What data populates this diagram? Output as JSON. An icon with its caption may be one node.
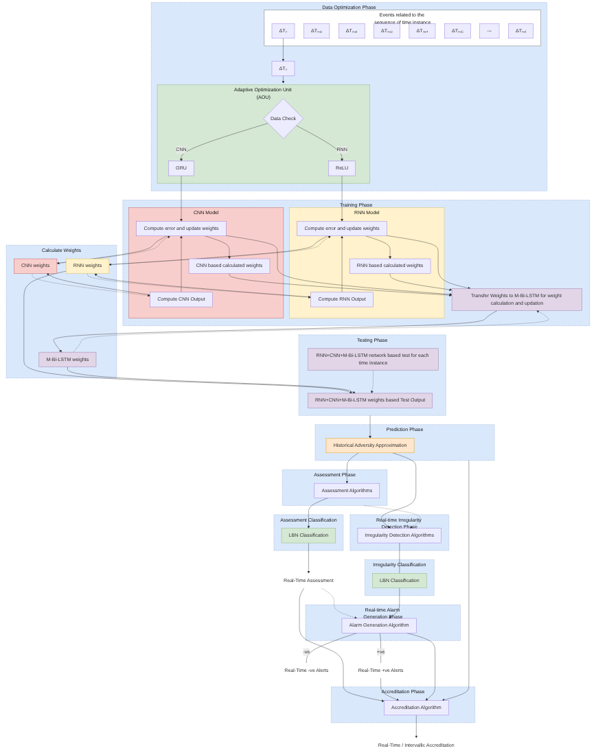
{
  "diagram": {
    "nodes": [
      {
        "text": [
          "Data Optimization Phase"
        ]
      },
      {
        "text": [
          "Events related to the sequence of time instance"
        ],
        "in": 0
      },
      {
        "text": [
          "ΔTₙ"
        ],
        "in": 1
      },
      {
        "text": [
          "ΔTₙ₊₁"
        ],
        "in": 1
      },
      {
        "text": [
          "ΔTₙ₊₂"
        ],
        "in": 1
      },
      {
        "text": [
          "ΔTₙ₊₃"
        ],
        "in": 1
      },
      {
        "text": [
          "ΔTₙ₊₄"
        ],
        "in": 1
      },
      {
        "text": [
          "ΔTₙ₊₅"
        ],
        "in": 1
      },
      {
        "text": [
          "---"
        ],
        "in": 1
      },
      {
        "text": [
          "ΔTₙ₊ᵢ"
        ],
        "in": 1
      },
      {
        "text": [
          "ΔTₙ"
        ],
        "in": 0
      },
      {
        "text": [
          "Adaptive Optimization Unit (AOU)"
        ],
        "in": 0
      },
      {
        "text": [
          "Data Check"
        ],
        "in": 11
      },
      {
        "text": [
          "ReLU"
        ],
        "in": 11
      },
      {
        "text": [
          "GRU"
        ],
        "in": 11
      },
      {
        "text": [
          "Training Phase"
        ]
      },
      {
        "text": [
          "RNN Model"
        ],
        "in": 15
      },
      {
        "text": [
          "Compute RNN Output"
        ],
        "in": 16
      },
      {
        "text": [
          "Compute error and update weights"
        ],
        "in": 16
      },
      {
        "text": [
          "RNN based calculated weights"
        ],
        "in": 16
      },
      {
        "text": [
          "CNN Model"
        ],
        "in": 15
      },
      {
        "text": [
          "Compute CNN Output"
        ],
        "in": 20
      },
      {
        "text": [
          "Compute error and update weights"
        ],
        "in": 20
      },
      {
        "text": [
          "CNN based calculated weights"
        ],
        "in": 20
      },
      {
        "text": [
          "Transfer Weights to M-Bi-LSTM for weight calculation and updation"
        ],
        "in": 15
      },
      {
        "text": [
          "Calculate Weights"
        ]
      },
      {
        "text": [
          "RNN weights"
        ],
        "in": 25
      },
      {
        "text": [
          "CNN weights"
        ],
        "in": 25
      },
      {
        "text": [
          "M-Bi-LSTM weights"
        ],
        "in": 25
      },
      {
        "text": [
          "Testing Phase"
        ]
      },
      {
        "text": [
          "RNN+CNN+M-Bi-LSTM weights based Test Output"
        ],
        "in": 29
      },
      {
        "text": [
          "RNN+CNN+M-Bi-LSTM network based test for each time instance"
        ],
        "in": 29
      },
      {
        "text": [
          "Real-Time Assessment"
        ]
      },
      {
        "text": [
          "Assessment Classification"
        ]
      },
      {
        "text": [
          "LBN Classification"
        ],
        "in": 33
      },
      {
        "text": [
          "Prediction Phase"
        ]
      },
      {
        "text": [
          "Historical Adversity Approximation"
        ],
        "in": 35
      },
      {
        "text": [
          "Assessment Phase"
        ]
      },
      {
        "text": [
          "Assessment Algorithms"
        ],
        "in": 37
      },
      {
        "text": [
          "Accreditation Phase"
        ]
      },
      {
        "text": [
          "Accreditation Algorithm"
        ],
        "in": 39
      },
      {
        "text": [
          "Real-Time -ve Alerts"
        ]
      },
      {
        "text": [
          "Real-time Alarm Generation Phase"
        ]
      },
      {
        "text": [
          "Alarm Generation Algorithm"
        ],
        "in": 42
      },
      {
        "text": [
          "Real-Time +ve Alerts"
        ]
      },
      {
        "text": [
          "Real-time Irregularity Detection Phase"
        ]
      },
      {
        "text": [
          "Irregularity Detection Algorithms"
        ],
        "in": 45
      },
      {
        "text": [
          "Irregularity Classification"
        ]
      },
      {
        "text": [
          "LBN Classification"
        ],
        "in": 47
      },
      {
        "text": [
          "Real-Time / Intervallic Accreditation"
        ]
      }
    ],
    "edges": [
      {
        "from": 2,
        "to": 10,
        "arrow": "to"
      },
      {
        "from": 10,
        "to": 11,
        "arrow": "to"
      },
      {
        "from": 12,
        "to": 13,
        "arrow": "to",
        "label": "RNN"
      },
      {
        "from": 12,
        "to": 14,
        "arrow": "to",
        "label": "CNN"
      },
      {
        "from": 13,
        "to": 18,
        "arrow": "to"
      },
      {
        "from": 14,
        "to": 22,
        "arrow": "to"
      },
      {
        "from": 17,
        "to": 18,
        "arrow": "to"
      },
      {
        "from": 18,
        "to": 19,
        "arrow": "to"
      },
      {
        "from": 17,
        "to": 26,
        "arrow": "to"
      },
      {
        "from": 18,
        "to": 26,
        "arrow": "to"
      },
      {
        "from": 26,
        "to": 18,
        "arrow": "to",
        "style": "dashed"
      },
      {
        "from": 26,
        "to": 17,
        "arrow": "to",
        "style": "dashed"
      },
      {
        "from": 21,
        "to": 22,
        "arrow": "to"
      },
      {
        "from": 22,
        "to": 23,
        "arrow": "to"
      },
      {
        "from": 21,
        "to": 27,
        "arrow": "to"
      },
      {
        "from": 22,
        "to": 27,
        "arrow": "to"
      },
      {
        "from": 27,
        "to": 22,
        "arrow": "to",
        "style": "dashed"
      },
      {
        "from": 27,
        "to": 21,
        "arrow": "to",
        "style": "dashed"
      },
      {
        "from": 19,
        "to": 24,
        "arrow": "to"
      },
      {
        "from": 18,
        "to": 24,
        "arrow": "to"
      },
      {
        "from": 23,
        "to": 24,
        "arrow": "to"
      },
      {
        "from": 22,
        "to": 24,
        "arrow": "to"
      },
      {
        "from": 24,
        "to": 28,
        "arrow": "to"
      },
      {
        "from": 28,
        "to": 24,
        "arrow": "to",
        "style": "dashed"
      },
      {
        "from": 26,
        "to": 30,
        "arrow": "to"
      },
      {
        "from": 28,
        "to": 30,
        "arrow": "to"
      },
      {
        "from": 31,
        "to": 30,
        "arrow": "to",
        "style": "dashed"
      },
      {
        "from": 29,
        "to": 36,
        "arrow": "to"
      },
      {
        "from": 36,
        "to": 38,
        "arrow": "to"
      },
      {
        "from": 38,
        "to": 34,
        "arrow": "to"
      },
      {
        "from": 34,
        "to": 32,
        "arrow": "to"
      },
      {
        "from": 32,
        "to": 40,
        "arrow": "to"
      },
      {
        "from": 32,
        "to": 43,
        "arrow": "to",
        "style": "dashed"
      },
      {
        "from": 36,
        "to": 46,
        "arrow": "to"
      },
      {
        "from": 37,
        "to": 46,
        "arrow": "to",
        "style": "dashed"
      },
      {
        "from": 46,
        "to": 48,
        "arrow": "none"
      },
      {
        "from": 48,
        "to": 43,
        "arrow": "to"
      },
      {
        "from": 43,
        "to": 41,
        "arrow": "none",
        "label": "-ve"
      },
      {
        "from": 43,
        "to": 44,
        "arrow": "none",
        "label": "+ve"
      },
      {
        "from": 44,
        "to": 40,
        "arrow": "to"
      },
      {
        "from": 43,
        "to": 40,
        "arrow": "to"
      },
      {
        "from": 40,
        "to": 49,
        "arrow": "to"
      },
      {
        "from": 35,
        "to": 40,
        "arrow": "to"
      }
    ]
  }
}
